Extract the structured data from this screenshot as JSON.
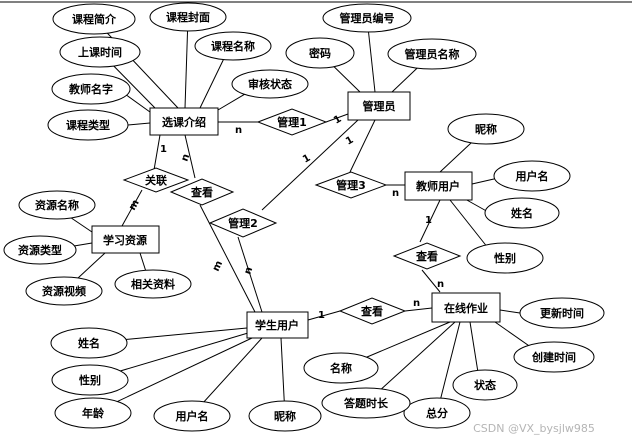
{
  "entities": {
    "course_intro": "选课介绍",
    "admin": "管理员",
    "teacher_user": "教师用户",
    "learning_resource": "学习资源",
    "student_user": "学生用户",
    "online_homework": "在线作业"
  },
  "relationships": {
    "manage1": "管理1",
    "manage2": "管理2",
    "manage3": "管理3",
    "relate": "关联",
    "view_course": "查看",
    "view_homework_teacher": "查看",
    "view_homework_student": "查看"
  },
  "attributes": {
    "course_summary": "课程简介",
    "course_cover": "课程封面",
    "course_name": "课程名称",
    "class_time": "上课时间",
    "review_status": "审核状态",
    "teacher_name": "教师名字",
    "course_type": "课程类型",
    "admin_id": "管理员编号",
    "password": "密码",
    "admin_name": "管理员名称",
    "teacher_nickname": "昵称",
    "teacher_username": "用户名",
    "teacher_fullname": "姓名",
    "teacher_gender": "性别",
    "resource_name": "资源名称",
    "resource_type": "资源类型",
    "resource_video": "资源视频",
    "related_material": "相关资料",
    "student_name": "姓名",
    "student_gender": "性别",
    "student_age": "年龄",
    "student_username": "用户名",
    "student_nickname": "昵称",
    "update_time": "更新时间",
    "create_time": "创建时间",
    "status": "状态",
    "total_score": "总分",
    "answer_duration": "答题时长",
    "homework_name": "名称"
  },
  "cardinalities": {
    "n": "n",
    "one": "1",
    "m": "m"
  },
  "watermark": "CSDN @VX_bysjlw985"
}
